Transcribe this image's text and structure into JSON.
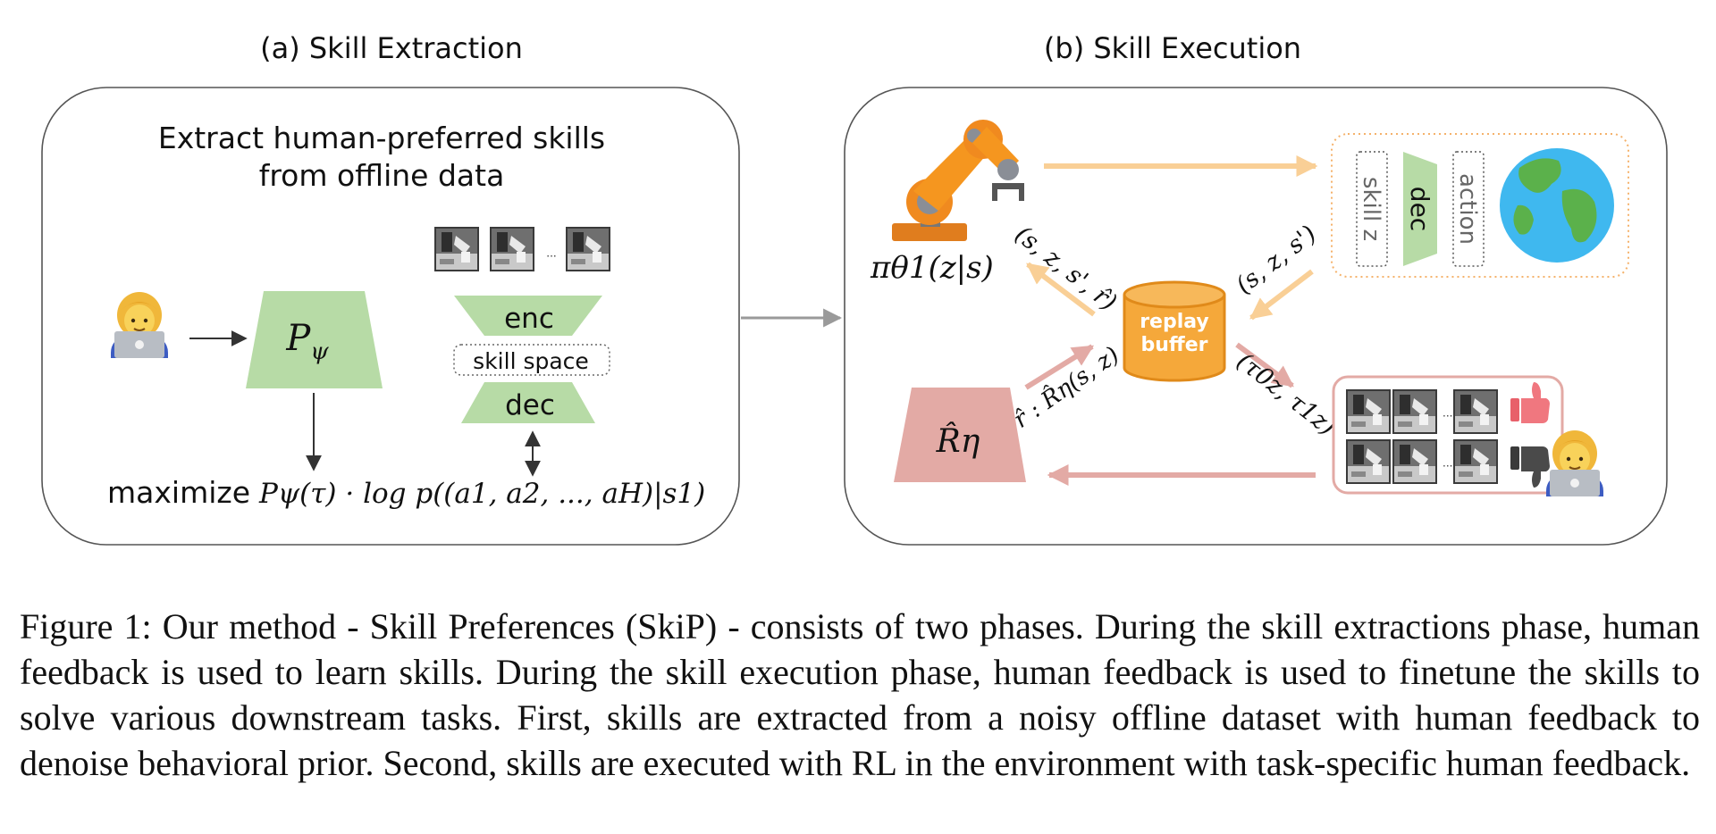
{
  "panels": {
    "a": {
      "title": "(a) Skill Extraction",
      "heading_line1": "Extract human-preferred skills",
      "heading_line2": "from offline data",
      "p_label": "P",
      "p_sub": "ψ",
      "enc_label": "enc",
      "skill_space_label": "skill space",
      "dec_label": "dec",
      "maximize_word": "maximize",
      "objective_formula": "Pψ(τ) · log p((a1, a2, ..., aH)|s1)"
    },
    "b": {
      "title": "(b) Skill Execution",
      "policy_label": "πθ1(z|s)",
      "skill_z_label": "skill z",
      "dec_label": "dec",
      "action_label": "action",
      "replay_line1": "replay",
      "replay_line2": "buffer",
      "transition_left": "(s, z, s', r̂)",
      "transition_right": "(s, z, s')",
      "reward_pred": "r̂ : R̂η(s, z)",
      "segment_pair": "(τ0z, τ1z)",
      "reward_model_label": "R̂η"
    }
  },
  "caption": "Figure 1: Our method - Skill Preferences (SkiP) - consists of two phases. During the skill extractions phase, human feedback is used to learn skills. During the skill execution phase, human feedback is used to finetune the skills to solve various downstream tasks. First, skills are extracted from a noisy offline dataset with human feedback to denoise behavioral prior. Second, skills are executed with RL in the environment with task-specific human feedback.",
  "icons": {
    "human": "person-laptop-icon",
    "robot": "robot-arm-icon",
    "globe": "earth-globe-icon",
    "thumbs_up": "thumbs-up-icon",
    "thumbs_down": "thumbs-down-icon",
    "frames": "robot-frames"
  },
  "colors": {
    "green": "#b7dba6",
    "pink": "#e3aaa5",
    "orange": "#f5a83a",
    "arrow_orange": "#f9cf96",
    "arrow_pink": "#e3aaa5",
    "gray_arrow": "#9a9a9a",
    "panel_border": "#555555"
  }
}
